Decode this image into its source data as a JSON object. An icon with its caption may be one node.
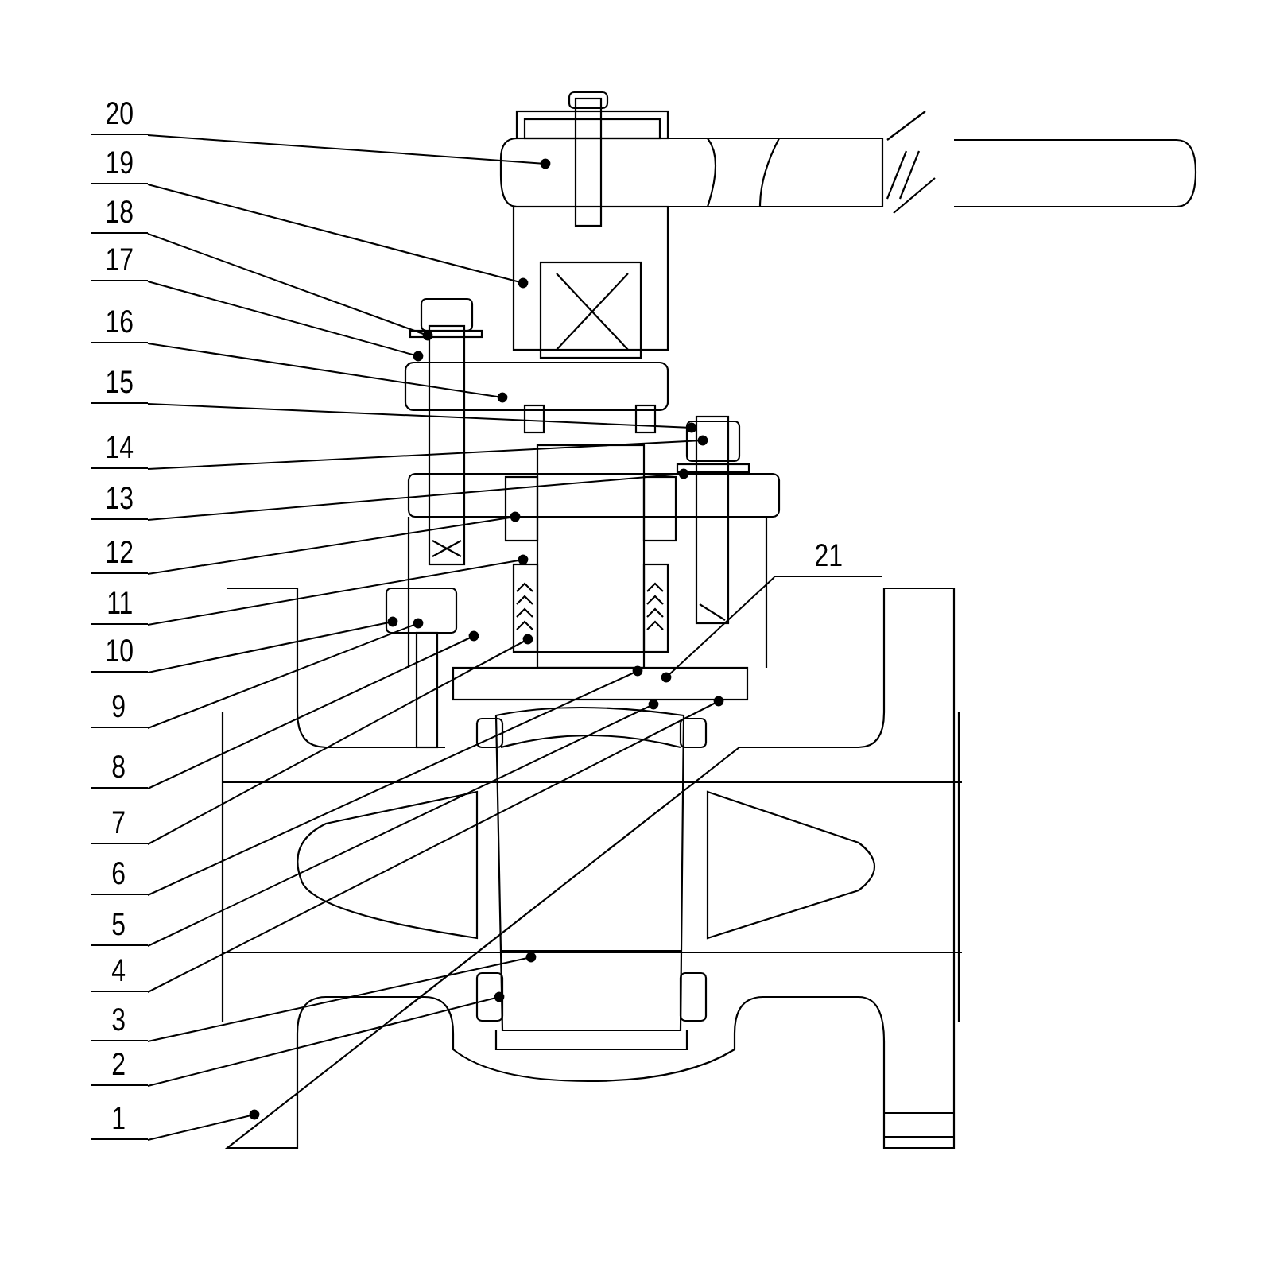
{
  "diagram": {
    "nodes": [
      {
        "text": [
          "20"
        ]
      },
      {
        "text": [
          "19"
        ]
      },
      {
        "text": [
          "18"
        ]
      },
      {
        "text": [
          "17"
        ]
      },
      {
        "text": [
          "16"
        ]
      },
      {
        "text": [
          "15"
        ]
      },
      {
        "text": [
          "14"
        ]
      },
      {
        "text": [
          "13"
        ]
      },
      {
        "text": [
          "12"
        ]
      },
      {
        "text": [
          "11"
        ]
      },
      {
        "text": [
          "10"
        ]
      },
      {
        "text": [
          "9"
        ]
      },
      {
        "text": [
          "8"
        ]
      },
      {
        "text": [
          "7"
        ]
      },
      {
        "text": [
          "6"
        ]
      },
      {
        "text": [
          "5"
        ]
      },
      {
        "text": [
          "4"
        ]
      },
      {
        "text": [
          "3"
        ]
      },
      {
        "text": [
          "2"
        ]
      },
      {
        "text": [
          "1"
        ]
      },
      {
        "text": [
          "21"
        ]
      }
    ],
    "edges": [
      {
        "from": 0,
        "to": null,
        "arrow": "other"
      },
      {
        "from": 1,
        "to": null,
        "arrow": "other"
      },
      {
        "from": 2,
        "to": null,
        "arrow": "other"
      },
      {
        "from": 3,
        "to": null,
        "arrow": "other"
      },
      {
        "from": 4,
        "to": null,
        "arrow": "other"
      },
      {
        "from": 5,
        "to": null,
        "arrow": "other"
      },
      {
        "from": 6,
        "to": null,
        "arrow": "other"
      },
      {
        "from": 7,
        "to": null,
        "arrow": "other"
      },
      {
        "from": 8,
        "to": null,
        "arrow": "other"
      },
      {
        "from": 9,
        "to": null,
        "arrow": "other"
      },
      {
        "from": 10,
        "to": null,
        "arrow": "other"
      },
      {
        "from": 11,
        "to": null,
        "arrow": "other"
      },
      {
        "from": 12,
        "to": null,
        "arrow": "other"
      },
      {
        "from": 13,
        "to": null,
        "arrow": "other"
      },
      {
        "from": 14,
        "to": null,
        "arrow": "other"
      },
      {
        "from": 15,
        "to": null,
        "arrow": "other"
      },
      {
        "from": 16,
        "to": null,
        "arrow": "other"
      },
      {
        "from": 17,
        "to": null,
        "arrow": "other"
      },
      {
        "from": 18,
        "to": null,
        "arrow": "other"
      },
      {
        "from": 19,
        "to": null,
        "arrow": "other"
      },
      {
        "from": 20,
        "to": null,
        "arrow": "other"
      }
    ]
  }
}
